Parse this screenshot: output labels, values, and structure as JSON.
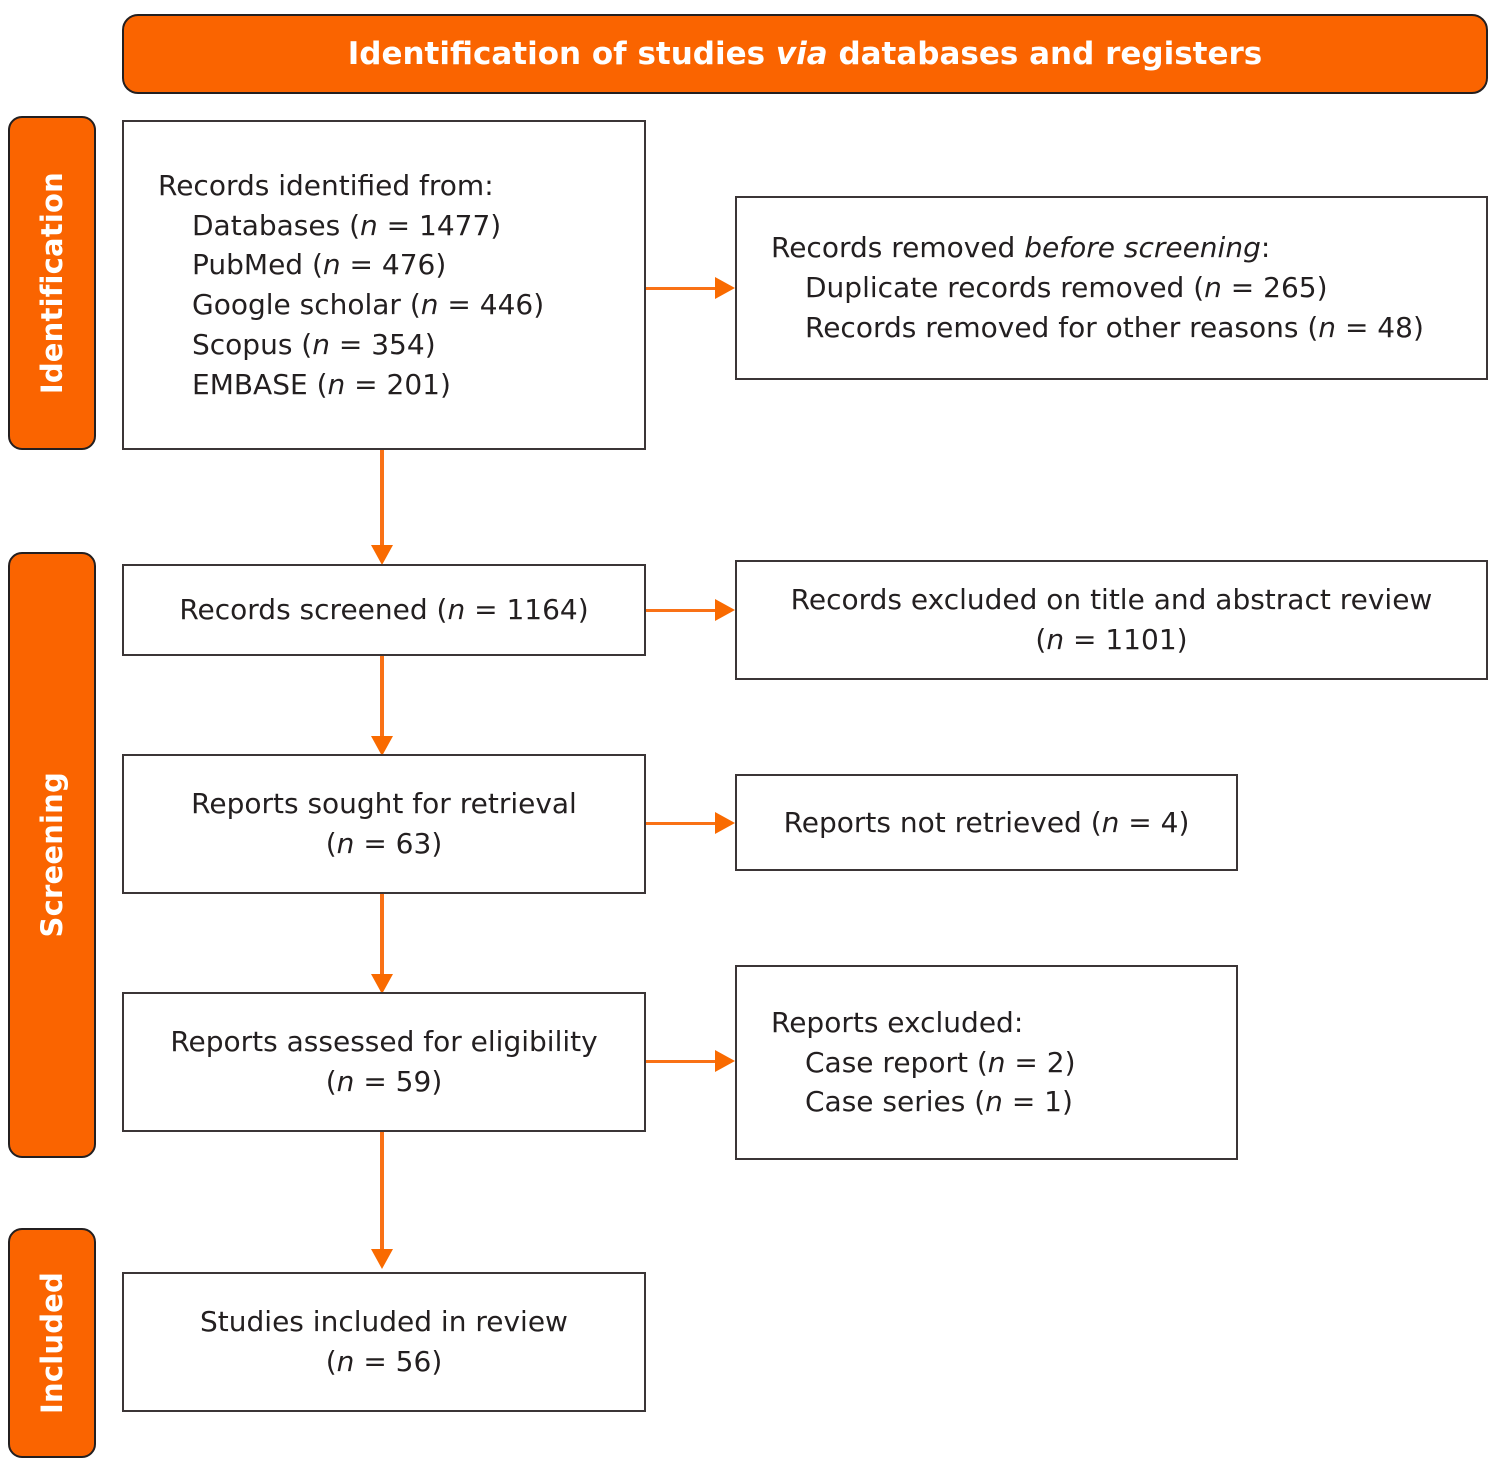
{
  "banner": {
    "text_before": "Identification of studies ",
    "text_italic": "via",
    "text_after": " databases and registers"
  },
  "phases": [
    {
      "label": "Identification"
    },
    {
      "label": "Screening"
    },
    {
      "label": "Included"
    }
  ],
  "boxes": {
    "identified": {
      "title": "Records identified from:",
      "items": [
        "Databases (n = 1477)",
        "PubMed (n = 476)",
        "Google scholar (n = 446)",
        "Scopus (n = 354)",
        "EMBASE (n = 201)"
      ]
    },
    "removed_before_screening": {
      "title_before": "Records removed ",
      "title_italic": "before screening",
      "title_after": ":",
      "items": [
        "Duplicate records removed (n = 265)",
        "Records removed for other reasons (n = 48)"
      ]
    },
    "records_screened": {
      "lines": [
        "Records screened (n = 1164)"
      ]
    },
    "records_excluded": {
      "lines": [
        "Records excluded on title and abstract review",
        "(n = 1101)"
      ]
    },
    "reports_sought": {
      "lines": [
        "Reports sought for retrieval",
        "(n = 63)"
      ]
    },
    "reports_not_retrieved": {
      "lines": [
        "Reports not retrieved (n = 4)"
      ]
    },
    "reports_assessed": {
      "lines": [
        "Reports assessed for eligibility",
        "(n = 59)"
      ]
    },
    "reports_excluded": {
      "title": "Reports excluded:",
      "items": [
        "Case report (n = 2)",
        "Case series (n = 1)"
      ]
    },
    "studies_included": {
      "lines": [
        "Studies included in review",
        "(n = 56)"
      ]
    }
  },
  "colors": {
    "accent_orange": "#FA6400",
    "connector_orange": "#F97116",
    "box_border": "#3B3536",
    "text": "#231F20",
    "banner_text": "#FFFFFF"
  }
}
